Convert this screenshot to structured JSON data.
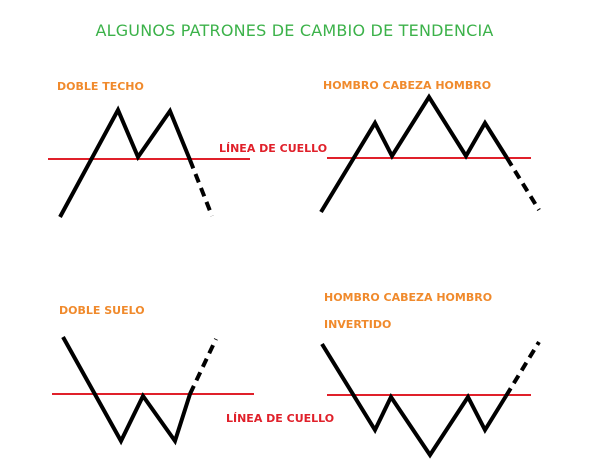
{
  "title": "ALGUNOS PATRONES DE CAMBIO DE TENDENCIA",
  "patterns": {
    "double_top": "DOBLE TECHO",
    "head_shoulders": "HOMBRO CABEZA HOMBRO",
    "double_bottom": "DOBLE SUELO",
    "inverse_head_shoulders_line1": "HOMBRO CABEZA HOMBRO",
    "inverse_head_shoulders_line2": "INVERTIDO"
  },
  "neckline_label": "LÍNEA DE CUELLO",
  "colors": {
    "title": "#3cb24a",
    "pattern_label": "#f08a2c",
    "neckline": "#e0202a",
    "price_line": "#000000"
  }
}
